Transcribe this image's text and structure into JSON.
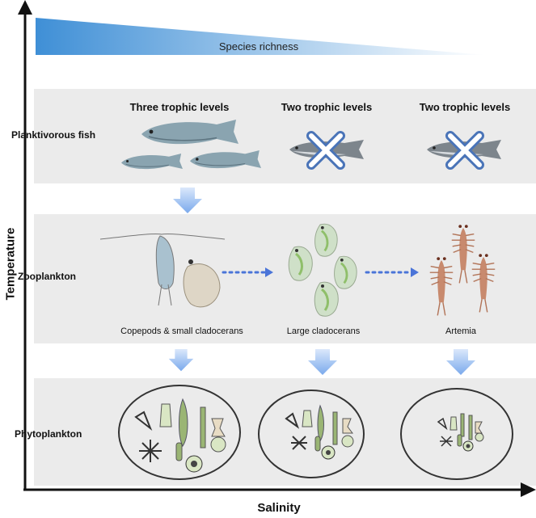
{
  "axes": {
    "y_label": "Temperature",
    "x_label": "Salinity"
  },
  "gradient": {
    "label": "Species richness",
    "color": "#3f8fd6"
  },
  "rows": {
    "fish": "Planktivorous fish",
    "zoo": "Zooplankton",
    "phyto": "Phytoplankton"
  },
  "columns": [
    {
      "heading": "Three trophic levels",
      "zooplankton": "Copepods & small cladocerans"
    },
    {
      "heading": "Two trophic levels",
      "zooplankton": "Large cladocerans"
    },
    {
      "heading": "Two trophic levels",
      "zooplankton": "Artemia"
    }
  ],
  "colors": {
    "band": "#ebebeb",
    "arrow": "#8fb8ef",
    "cross": "#4a74b8",
    "fish": "#8aa4b0"
  }
}
